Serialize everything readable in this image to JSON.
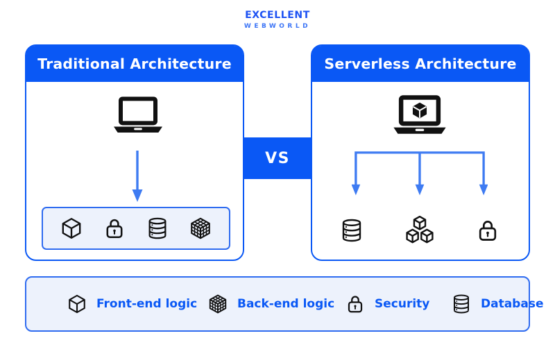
{
  "logo": {
    "primary": "EXCELLENT",
    "secondary": "WEBWORLD"
  },
  "comparison": {
    "vs_label": "VS",
    "left_panel": {
      "title": "Traditional Architecture",
      "device_icon": "laptop-icon",
      "stack_icons": [
        "cube-icon",
        "lock-icon",
        "database-icon",
        "rubik-cube-icon"
      ]
    },
    "right_panel": {
      "title": "Serverless Architecture",
      "device_icon": "laptop-cube-icon",
      "service_icons": [
        "database-icon",
        "cubes-cluster-icon",
        "lock-icon"
      ]
    }
  },
  "legend": {
    "items": [
      {
        "icon": "cube-icon",
        "label": "Front-end logic"
      },
      {
        "icon": "rubik-cube-icon",
        "label": "Back-end logic"
      },
      {
        "icon": "lock-icon",
        "label": "Security"
      },
      {
        "icon": "database-icon",
        "label": "Database"
      }
    ]
  },
  "colors": {
    "brand_blue": "#0a58f5",
    "arrow_blue": "#3e7bf2",
    "light_fill": "#edf2fc",
    "border_blue": "#2e6bf0",
    "icon_black": "#111111"
  }
}
